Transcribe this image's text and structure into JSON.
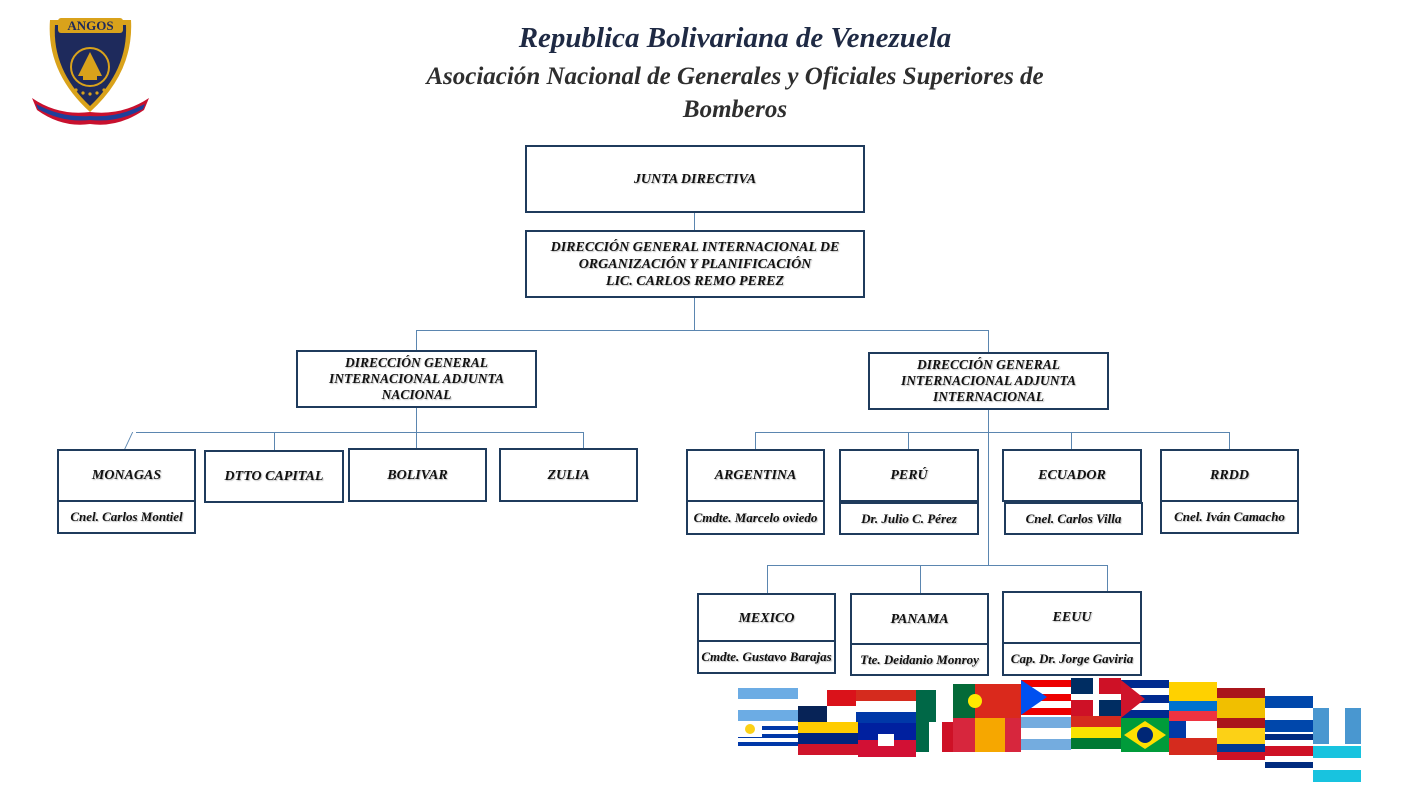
{
  "header": {
    "line1": "Republica Bolivariana de Venezuela",
    "line2": "Asociación Nacional de Generales y Oficiales Superiores de",
    "line3": "Bomberos"
  },
  "logo": {
    "text": "ANGOS",
    "colors": {
      "gold": "#d9a21b",
      "navy": "#1e2a5c",
      "red": "#c8102e"
    }
  },
  "org": {
    "junta": "JUNTA DIRECTIVA",
    "direccion_general": [
      "DIRECCIÓN GENERAL INTERNACIONAL DE",
      "ORGANIZACIÓN Y PLANIFICACIÓN",
      "LIC. CARLOS REMO PEREZ"
    ],
    "adjunta_nacional": [
      "DIRECCIÓN GENERAL",
      "INTERNACIONAL  ADJUNTA",
      "NACIONAL"
    ],
    "adjunta_internacional": [
      "DIRECCIÓN GENERAL",
      "INTERNACIONAL  ADJUNTA",
      "INTERNACIONAL"
    ],
    "nacional_units": [
      {
        "name": "MONAGAS",
        "person": "Cnel. Carlos Montiel"
      },
      {
        "name": "DTTO CAPITAL",
        "person": ""
      },
      {
        "name": "BOLIVAR",
        "person": ""
      },
      {
        "name": "ZULIA",
        "person": ""
      }
    ],
    "internacional_units": [
      {
        "name": "ARGENTINA",
        "person": "Cmdte. Marcelo oviedo"
      },
      {
        "name": "PERÚ",
        "person": "Dr. Julio C. Pérez"
      },
      {
        "name": "ECUADOR",
        "person": "Cnel. Carlos Villa"
      },
      {
        "name": "RRDD",
        "person": "Cnel. Iván Camacho"
      },
      {
        "name": "MEXICO",
        "person": "Cmdte. Gustavo Barajas"
      },
      {
        "name": "PANAMA",
        "person": "Tte. Deidanio Monroy"
      },
      {
        "name": "EEUU",
        "person": "Cap. Dr. Jorge Gaviria"
      }
    ]
  },
  "colors": {
    "border": "#1f3b5c",
    "connector": "#5b86b0"
  }
}
